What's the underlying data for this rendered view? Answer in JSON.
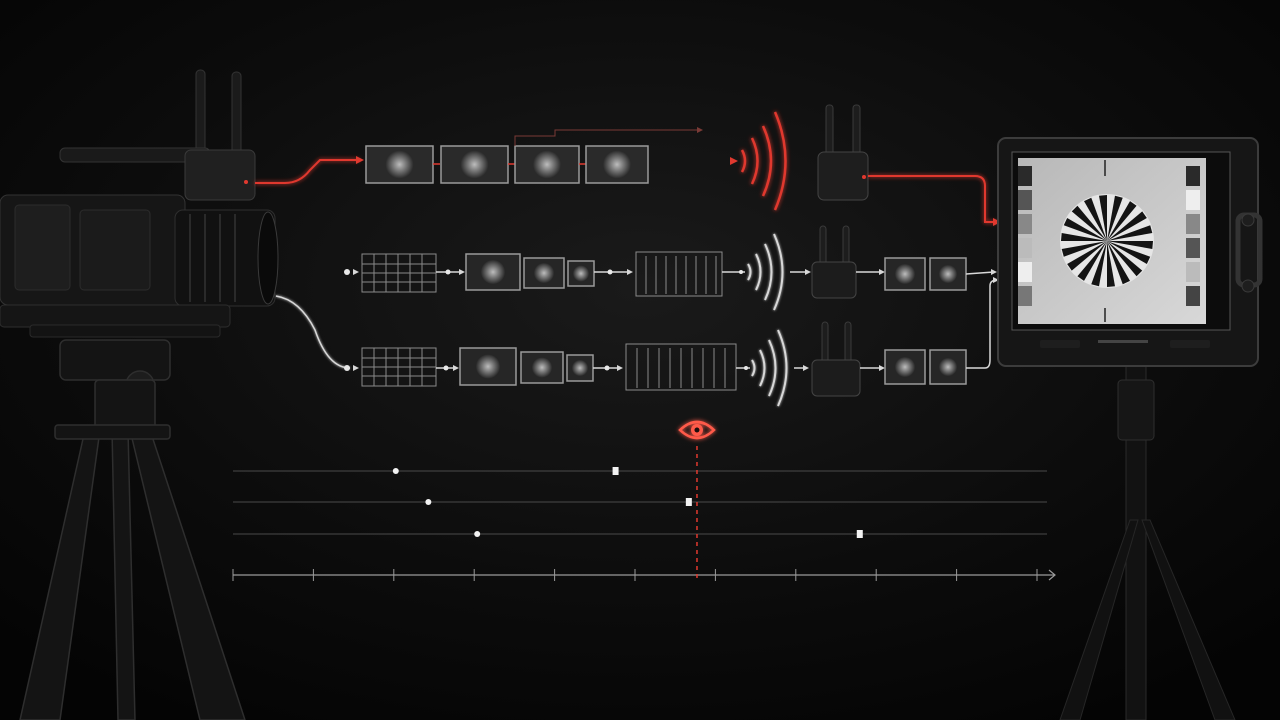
{
  "colors": {
    "background": "#070707",
    "accent": "#e0392f",
    "accent_glow": "#ff5a4a",
    "line": "#d8d8d8",
    "track_dim": "#4a4a4a",
    "hardware": "#1c1c1c",
    "hardware_edge": "#3a3a3a"
  },
  "icons": {
    "camera": "cinema-camera-icon",
    "transmitter": "wireless-transmitter-icon",
    "receiver": "wireless-receiver-icon",
    "signal": "radio-waves-icon",
    "frame": "video-frame-icon",
    "grid": "encoding-grid-icon",
    "buffer": "frame-buffer-icon",
    "monitor": "field-monitor-icon",
    "eye": "viewer-eye-icon",
    "tripod": "tripod-icon"
  },
  "pipelines": [
    {
      "id": "direct",
      "highlight": true,
      "stages": [
        "frame",
        "frame",
        "frame",
        "frame",
        "signal",
        "receiver"
      ]
    },
    {
      "id": "encoded-a",
      "highlight": false,
      "stages": [
        "grid",
        "frame",
        "frame",
        "frame",
        "buffer",
        "signal",
        "receiver",
        "frame",
        "frame"
      ]
    },
    {
      "id": "encoded-b",
      "highlight": false,
      "stages": [
        "grid",
        "frame",
        "frame",
        "frame",
        "buffer",
        "signal",
        "receiver",
        "frame",
        "frame"
      ]
    }
  ],
  "timeline": {
    "axis_ticks": 11,
    "observer_mark": 0.57,
    "tracks": [
      {
        "id": "direct",
        "highlight": true,
        "start": 0.0,
        "midpoint": 0.2,
        "end": 0.47
      },
      {
        "id": "encoded-a",
        "highlight": false,
        "start": 0.0,
        "midpoint": 0.24,
        "end": 0.56
      },
      {
        "id": "encoded-b",
        "highlight": false,
        "start": 0.0,
        "midpoint": 0.3,
        "end": 0.77
      }
    ]
  }
}
